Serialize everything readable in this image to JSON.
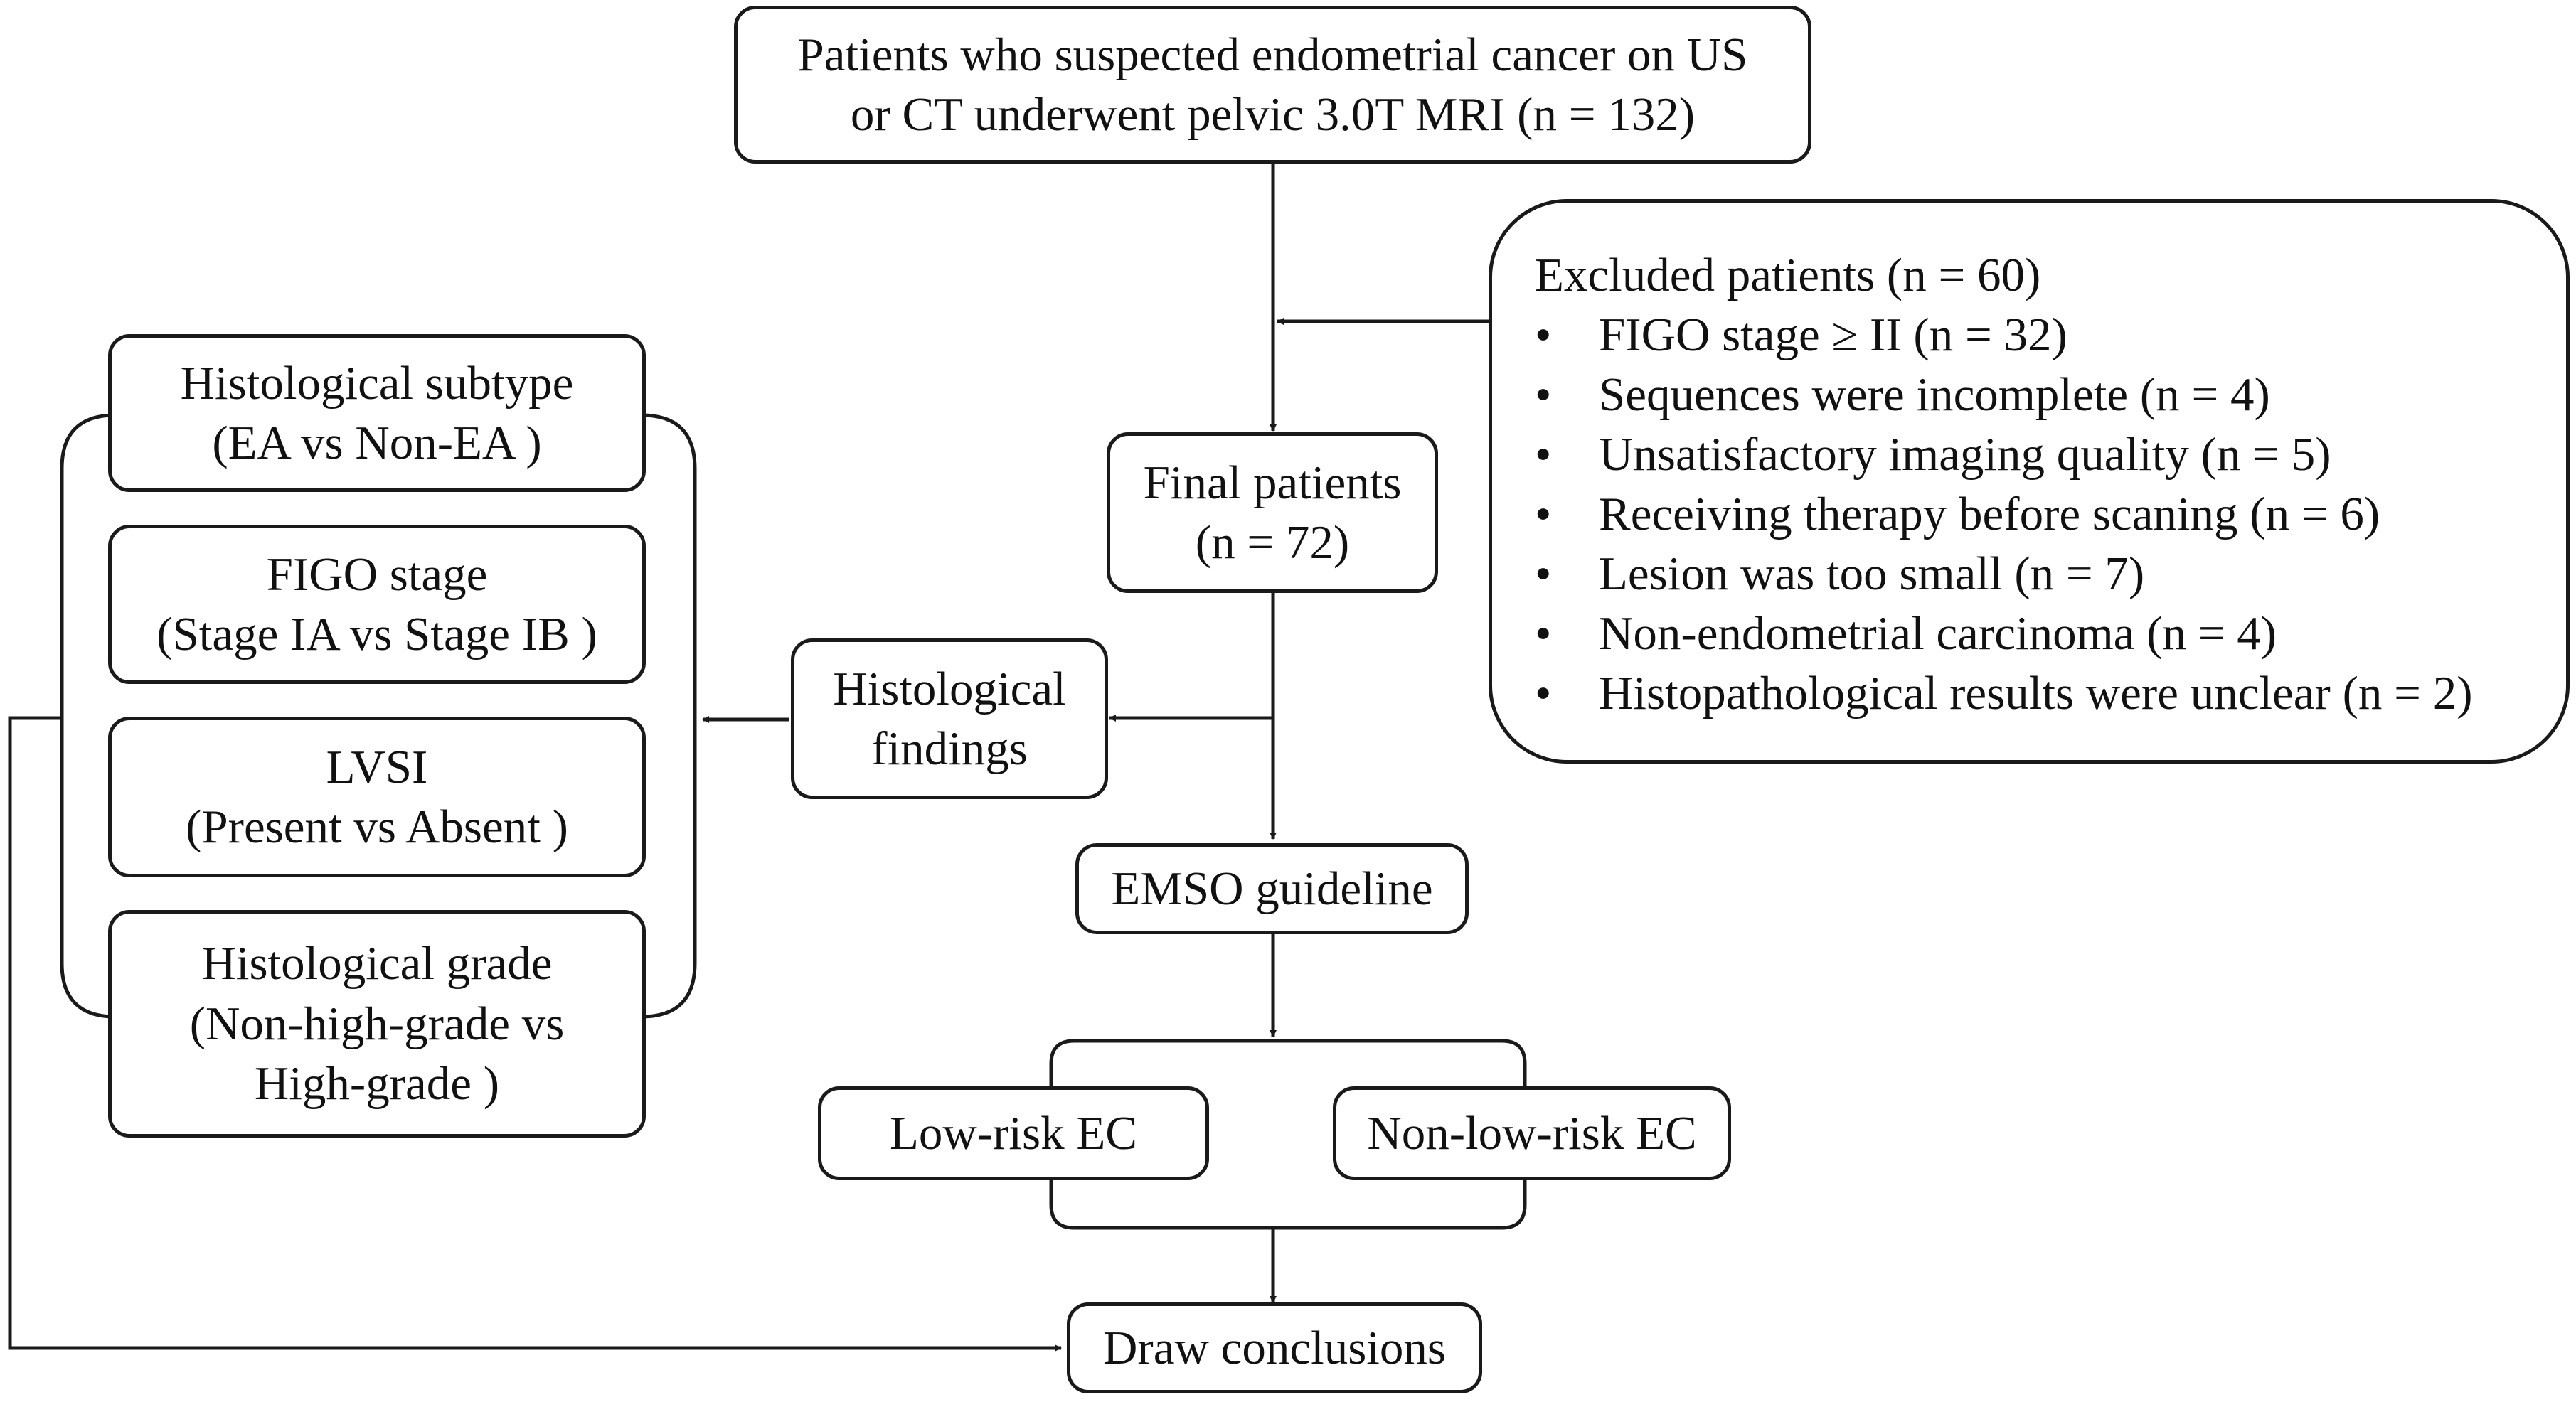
{
  "flowchart": {
    "start": {
      "line1": "Patients who suspected endometrial cancer on US",
      "line2": "or CT underwent pelvic 3.0T MRI (n = 132)"
    },
    "excluded": {
      "title": "Excluded patients (n = 60)",
      "bullet": "•",
      "items": [
        "FIGO stage ≥ II (n = 32)",
        "Sequences were incomplete (n = 4)",
        "Unsatisfactory imaging quality (n = 5)",
        "Receiving therapy  before scaning (n = 6)",
        "Lesion was too small (n = 7)",
        "Non-endometrial carcinoma (n = 4)",
        "Histopathological results were unclear (n = 2)"
      ]
    },
    "final": {
      "line1": "Final patients",
      "line2": "(n = 72)"
    },
    "histological_findings": {
      "line1": "Histological",
      "line2": "findings"
    },
    "emso": "EMSO guideline",
    "low_risk": "Low-risk EC",
    "non_low_risk": "Non-low-risk EC",
    "conclusions": "Draw conclusions",
    "criteria": [
      {
        "line1": "Histological subtype",
        "line2": "(EA vs Non-EA )"
      },
      {
        "line1": "FIGO stage",
        "line2": "(Stage IA vs Stage IB )"
      },
      {
        "line1": "LVSI",
        "line2": "(Present vs Absent )"
      },
      {
        "line1": "Histological grade",
        "line2": "(Non-high-grade vs",
        "line3": "High-grade )"
      }
    ]
  }
}
